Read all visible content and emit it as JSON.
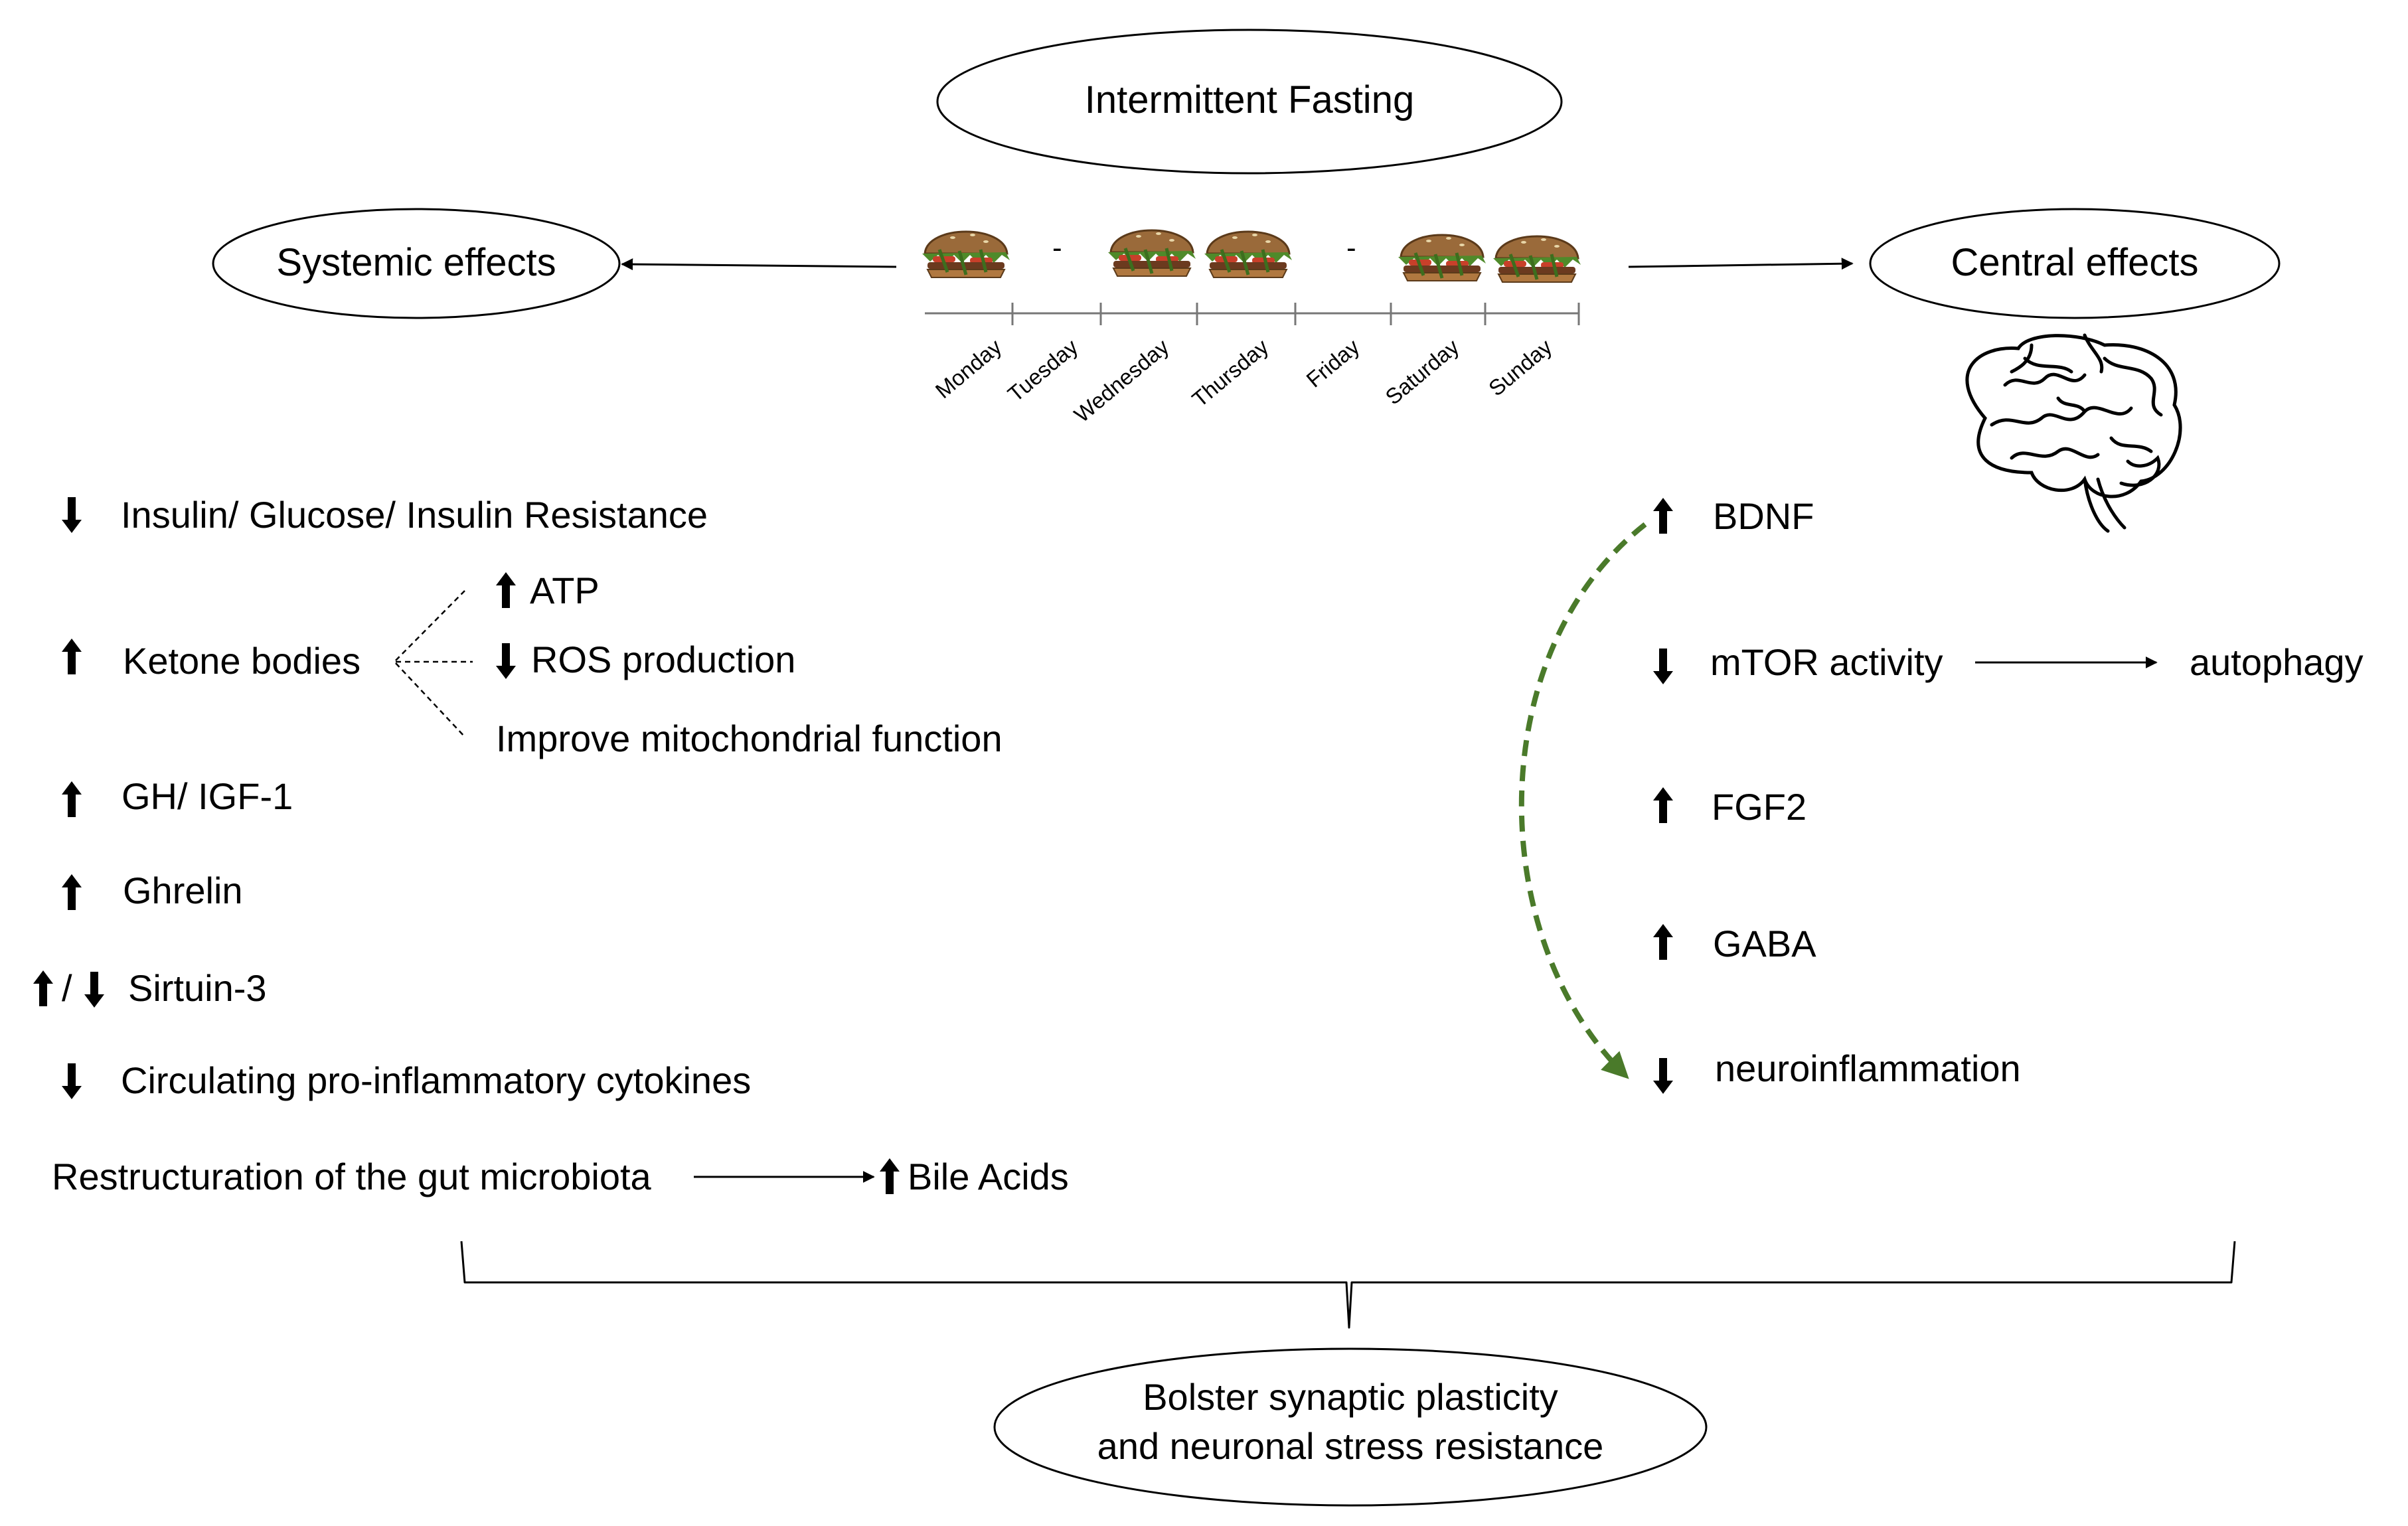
{
  "title": "Intermittent Fasting",
  "systemic": {
    "title": "Systemic effects",
    "insulin": "Insulin/ Glucose/ Insulin Resistance",
    "ketone": "Ketone bodies",
    "atp": "ATP",
    "ros": "ROS production",
    "mito": "Improve mitochondrial function",
    "gh": "GH/ IGF-1",
    "ghrelin": "Ghrelin",
    "sirtuin_sep": "/",
    "sirtuin": "Sirtuin-3",
    "cytokines": "Circulating pro-inflammatory cytokines",
    "gut": "Restructuration of the gut microbiota",
    "bile": "Bile Acids"
  },
  "central": {
    "title": "Central effects",
    "bdnf": "BDNF",
    "mtor": "mTOR activity",
    "autophagy": "autophagy",
    "fgf2": "FGF2",
    "gaba": "GABA",
    "neuro": "neuroinflammation"
  },
  "schedule": {
    "days": [
      "Monday",
      "Tuesday",
      "Wednesday",
      "Thursday",
      "Friday",
      "Saturday",
      "Sunday"
    ],
    "fasting_marker": "-"
  },
  "outcome": {
    "line1": "Bolster synaptic plasticity",
    "line2": "and neuronal stress resistance"
  },
  "colors": {
    "bdnf_arrow": "#4a7a2a",
    "bun": "#9a6a3a",
    "lettuce": "#4f8a2a",
    "tomato": "#c8402a"
  },
  "icons": [
    "up-arrow-icon",
    "down-arrow-icon",
    "burger-icon",
    "brain-icon"
  ]
}
